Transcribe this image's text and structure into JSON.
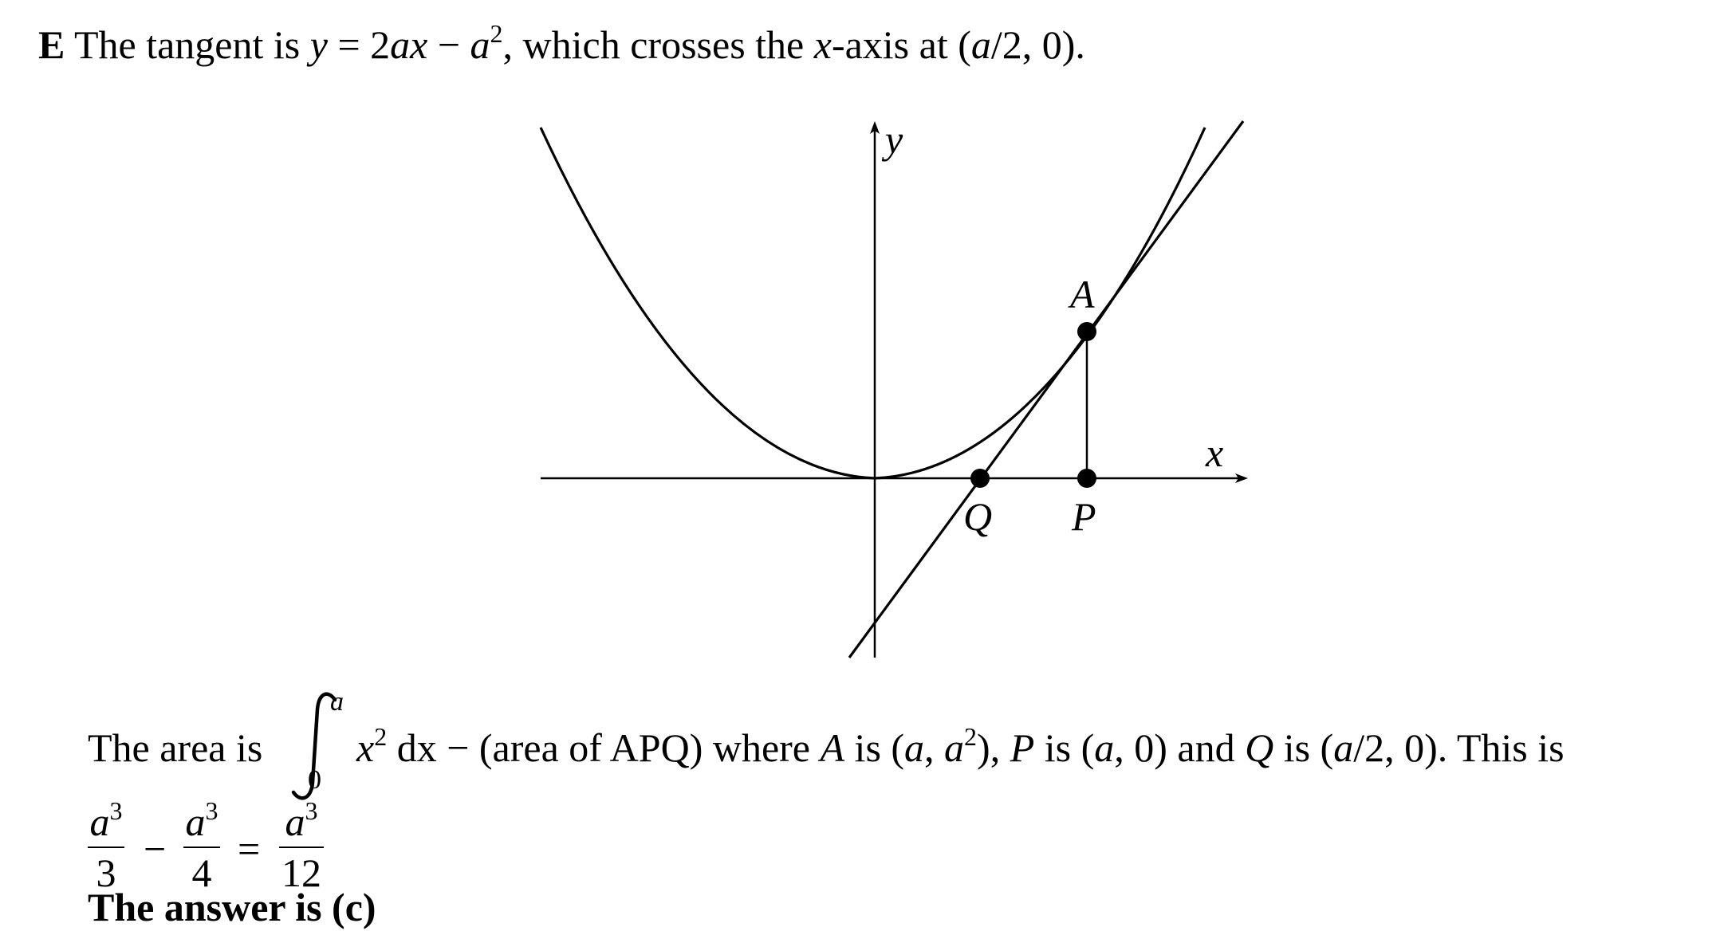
{
  "intro": {
    "label": "E",
    "text_a": "The tangent is ",
    "y_var": "y",
    "eq": " = 2",
    "ax": "ax",
    "minus": " − ",
    "a_var": "a",
    "sq": "2",
    "text_b": ", which crosses the ",
    "x_var": "x",
    "text_c": "-axis at (",
    "a_over": "a",
    "text_d": "/2, 0)."
  },
  "figure": {
    "y_axis_label": "y",
    "x_axis_label": "x",
    "point_A": "A",
    "point_P": "P",
    "point_Q": "Q"
  },
  "area": {
    "lead": "The area is",
    "upper_limit": "a",
    "lower_limit": "0",
    "integrand_x": "x",
    "integrand_pow": "2",
    "differential": " dx − (area of APQ) where ",
    "A": "A",
    "is1": " is (",
    "a1": "a",
    "comma1": ", ",
    "a2": "a",
    "pow1": "2",
    "close1": "), ",
    "P": "P",
    "is2": " is (",
    "a3": "a",
    "close2": ", 0) and ",
    "Q": "Q",
    "is3": " is (",
    "a4": "a",
    "close3": "/2, 0). This is"
  },
  "result": {
    "frac1_num": "a",
    "frac1_pow": "3",
    "frac1_den": "3",
    "minus": "−",
    "frac2_num": "a",
    "frac2_pow": "3",
    "frac2_den": "4",
    "equals": "=",
    "frac3_num": "a",
    "frac3_pow": "3",
    "frac3_den": "12"
  },
  "answer": "The answer is (c)"
}
